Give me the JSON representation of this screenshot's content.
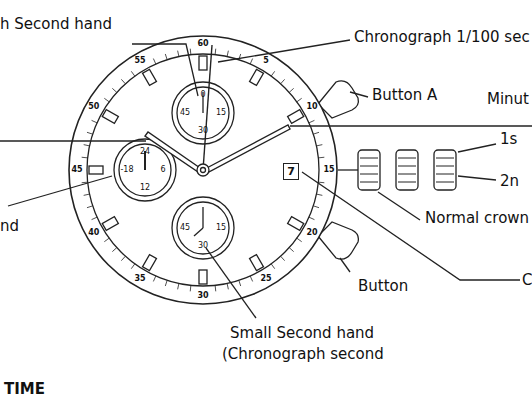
{
  "diagram": {
    "nodes": [
      {
        "text": [
          "7"
        ]
      }
    ],
    "labels": [
      "h Second hand",
      "Chronograph 1/100 sec",
      "Button A",
      "Minut",
      "1s",
      "2n",
      "Normal crown",
      "C",
      "nd",
      "Button",
      "Small  Second  hand",
      "(Chronograph second",
      "TIME",
      "60",
      "5",
      "10",
      "15",
      "20",
      "25",
      "30",
      "35",
      "40",
      "45",
      "50",
      "55",
      "0",
      "15",
      "30",
      "45",
      "24",
      "6",
      "12",
      "-18",
      "45",
      "15",
      "30"
    ]
  }
}
